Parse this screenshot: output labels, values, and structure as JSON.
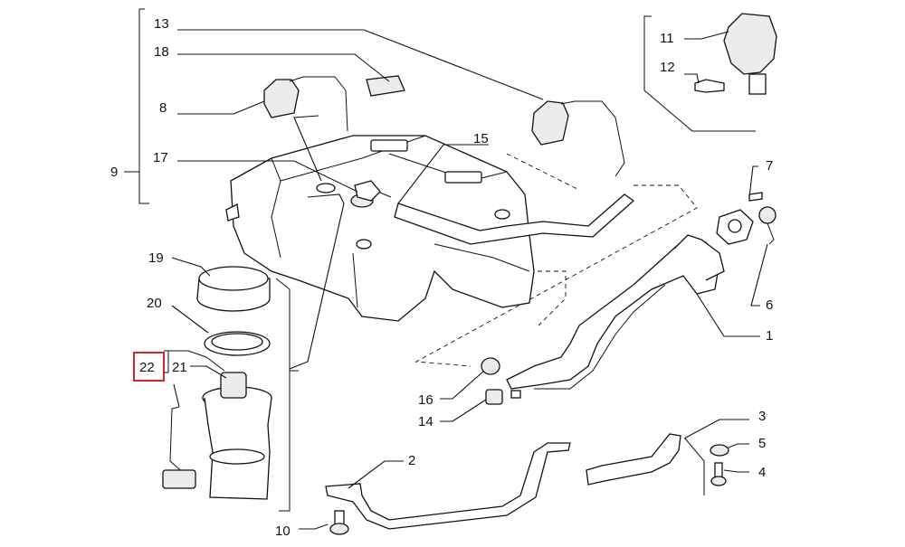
{
  "diagram": {
    "highlight_color": "#d0282c",
    "callouts": {
      "c1": "1",
      "c2": "2",
      "c3": "3",
      "c4": "4",
      "c5": "5",
      "c6": "6",
      "c7": "7",
      "c8": "8",
      "c9": "9",
      "c10": "10",
      "c11": "11",
      "c12": "12",
      "c13": "13",
      "c14": "14",
      "c15": "15",
      "c16": "16",
      "c17": "17",
      "c18": "18",
      "c19": "19",
      "c20": "20",
      "c21": "21",
      "c22": "22"
    },
    "highlighted_callout": "22"
  }
}
